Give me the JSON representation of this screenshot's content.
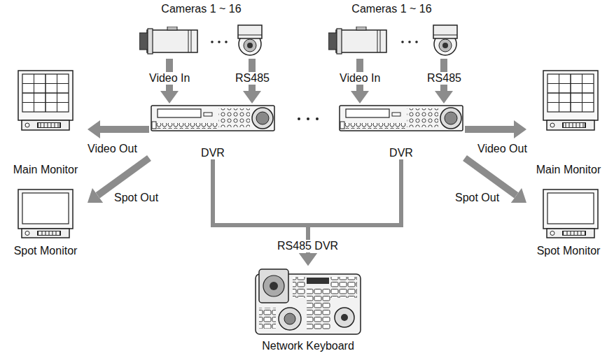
{
  "diagram": {
    "nodes": [
      {
        "text": [
          "Cameras 1 ~ 16"
        ]
      },
      {
        "text": [
          "Cameras 1 ~ 16"
        ]
      },
      {
        "text": [
          "DVR"
        ]
      },
      {
        "text": [
          "DVR"
        ]
      },
      {
        "text": [
          "Main Monitor"
        ]
      },
      {
        "text": [
          "Spot Monitor"
        ]
      },
      {
        "text": [
          "Main Monitor"
        ]
      },
      {
        "text": [
          "Spot Monitor"
        ]
      },
      {
        "text": [
          "Network Keyboard"
        ]
      }
    ],
    "edges": [
      {
        "from": 0,
        "to": 2,
        "label": "Video In",
        "arrow": "to"
      },
      {
        "from": 0,
        "to": 2,
        "label": "RS485",
        "arrow": "to"
      },
      {
        "from": 1,
        "to": 3,
        "label": "Video In",
        "arrow": "to"
      },
      {
        "from": 1,
        "to": 3,
        "label": "RS485",
        "arrow": "to"
      },
      {
        "from": 2,
        "to": 4,
        "label": "Video Out",
        "arrow": "to"
      },
      {
        "from": 2,
        "to": 5,
        "label": "Spot Out",
        "arrow": "to"
      },
      {
        "from": 3,
        "to": 6,
        "label": "Video Out",
        "arrow": "to"
      },
      {
        "from": 3,
        "to": 7,
        "label": "Spot Out",
        "arrow": "to"
      },
      {
        "from": 2,
        "to": 8,
        "arrow": "to"
      },
      {
        "from": 3,
        "to": 8,
        "arrow": "to"
      }
    ],
    "labels": [
      "RS485 DVR"
    ]
  }
}
